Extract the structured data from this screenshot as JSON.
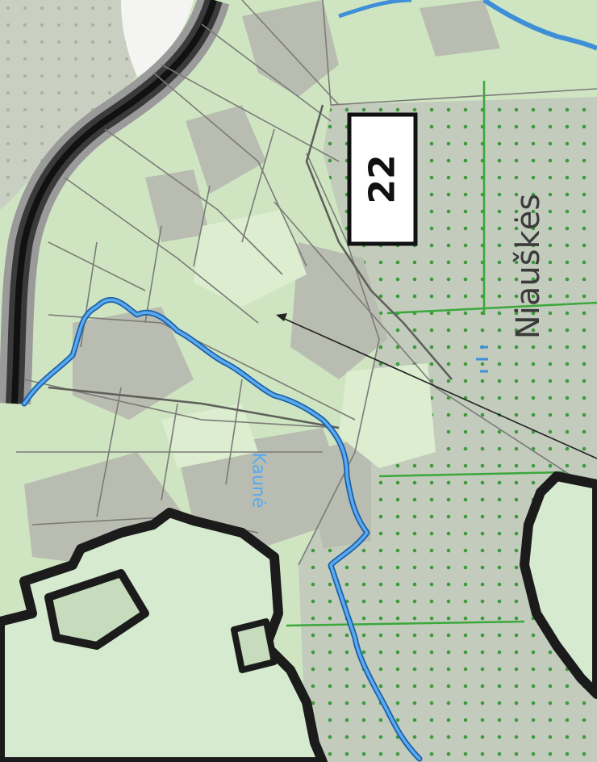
{
  "map": {
    "area_number": "22",
    "place_name": "Niauškės",
    "river_name": "Kaunė",
    "colors": {
      "light_green": "#cfe5c2",
      "mid_green": "#bcd8ad",
      "gray_parcel": "#b9bcb0",
      "dark_gray_band": "#3a3a3a",
      "river_blue": "#3f8fd8",
      "dot_green": "#3c9a3c",
      "boundary_black": "#1b1b1b",
      "forest_line_green": "#3aa83a"
    },
    "icons": {
      "pointer": "arrow-pointer-icon"
    }
  }
}
